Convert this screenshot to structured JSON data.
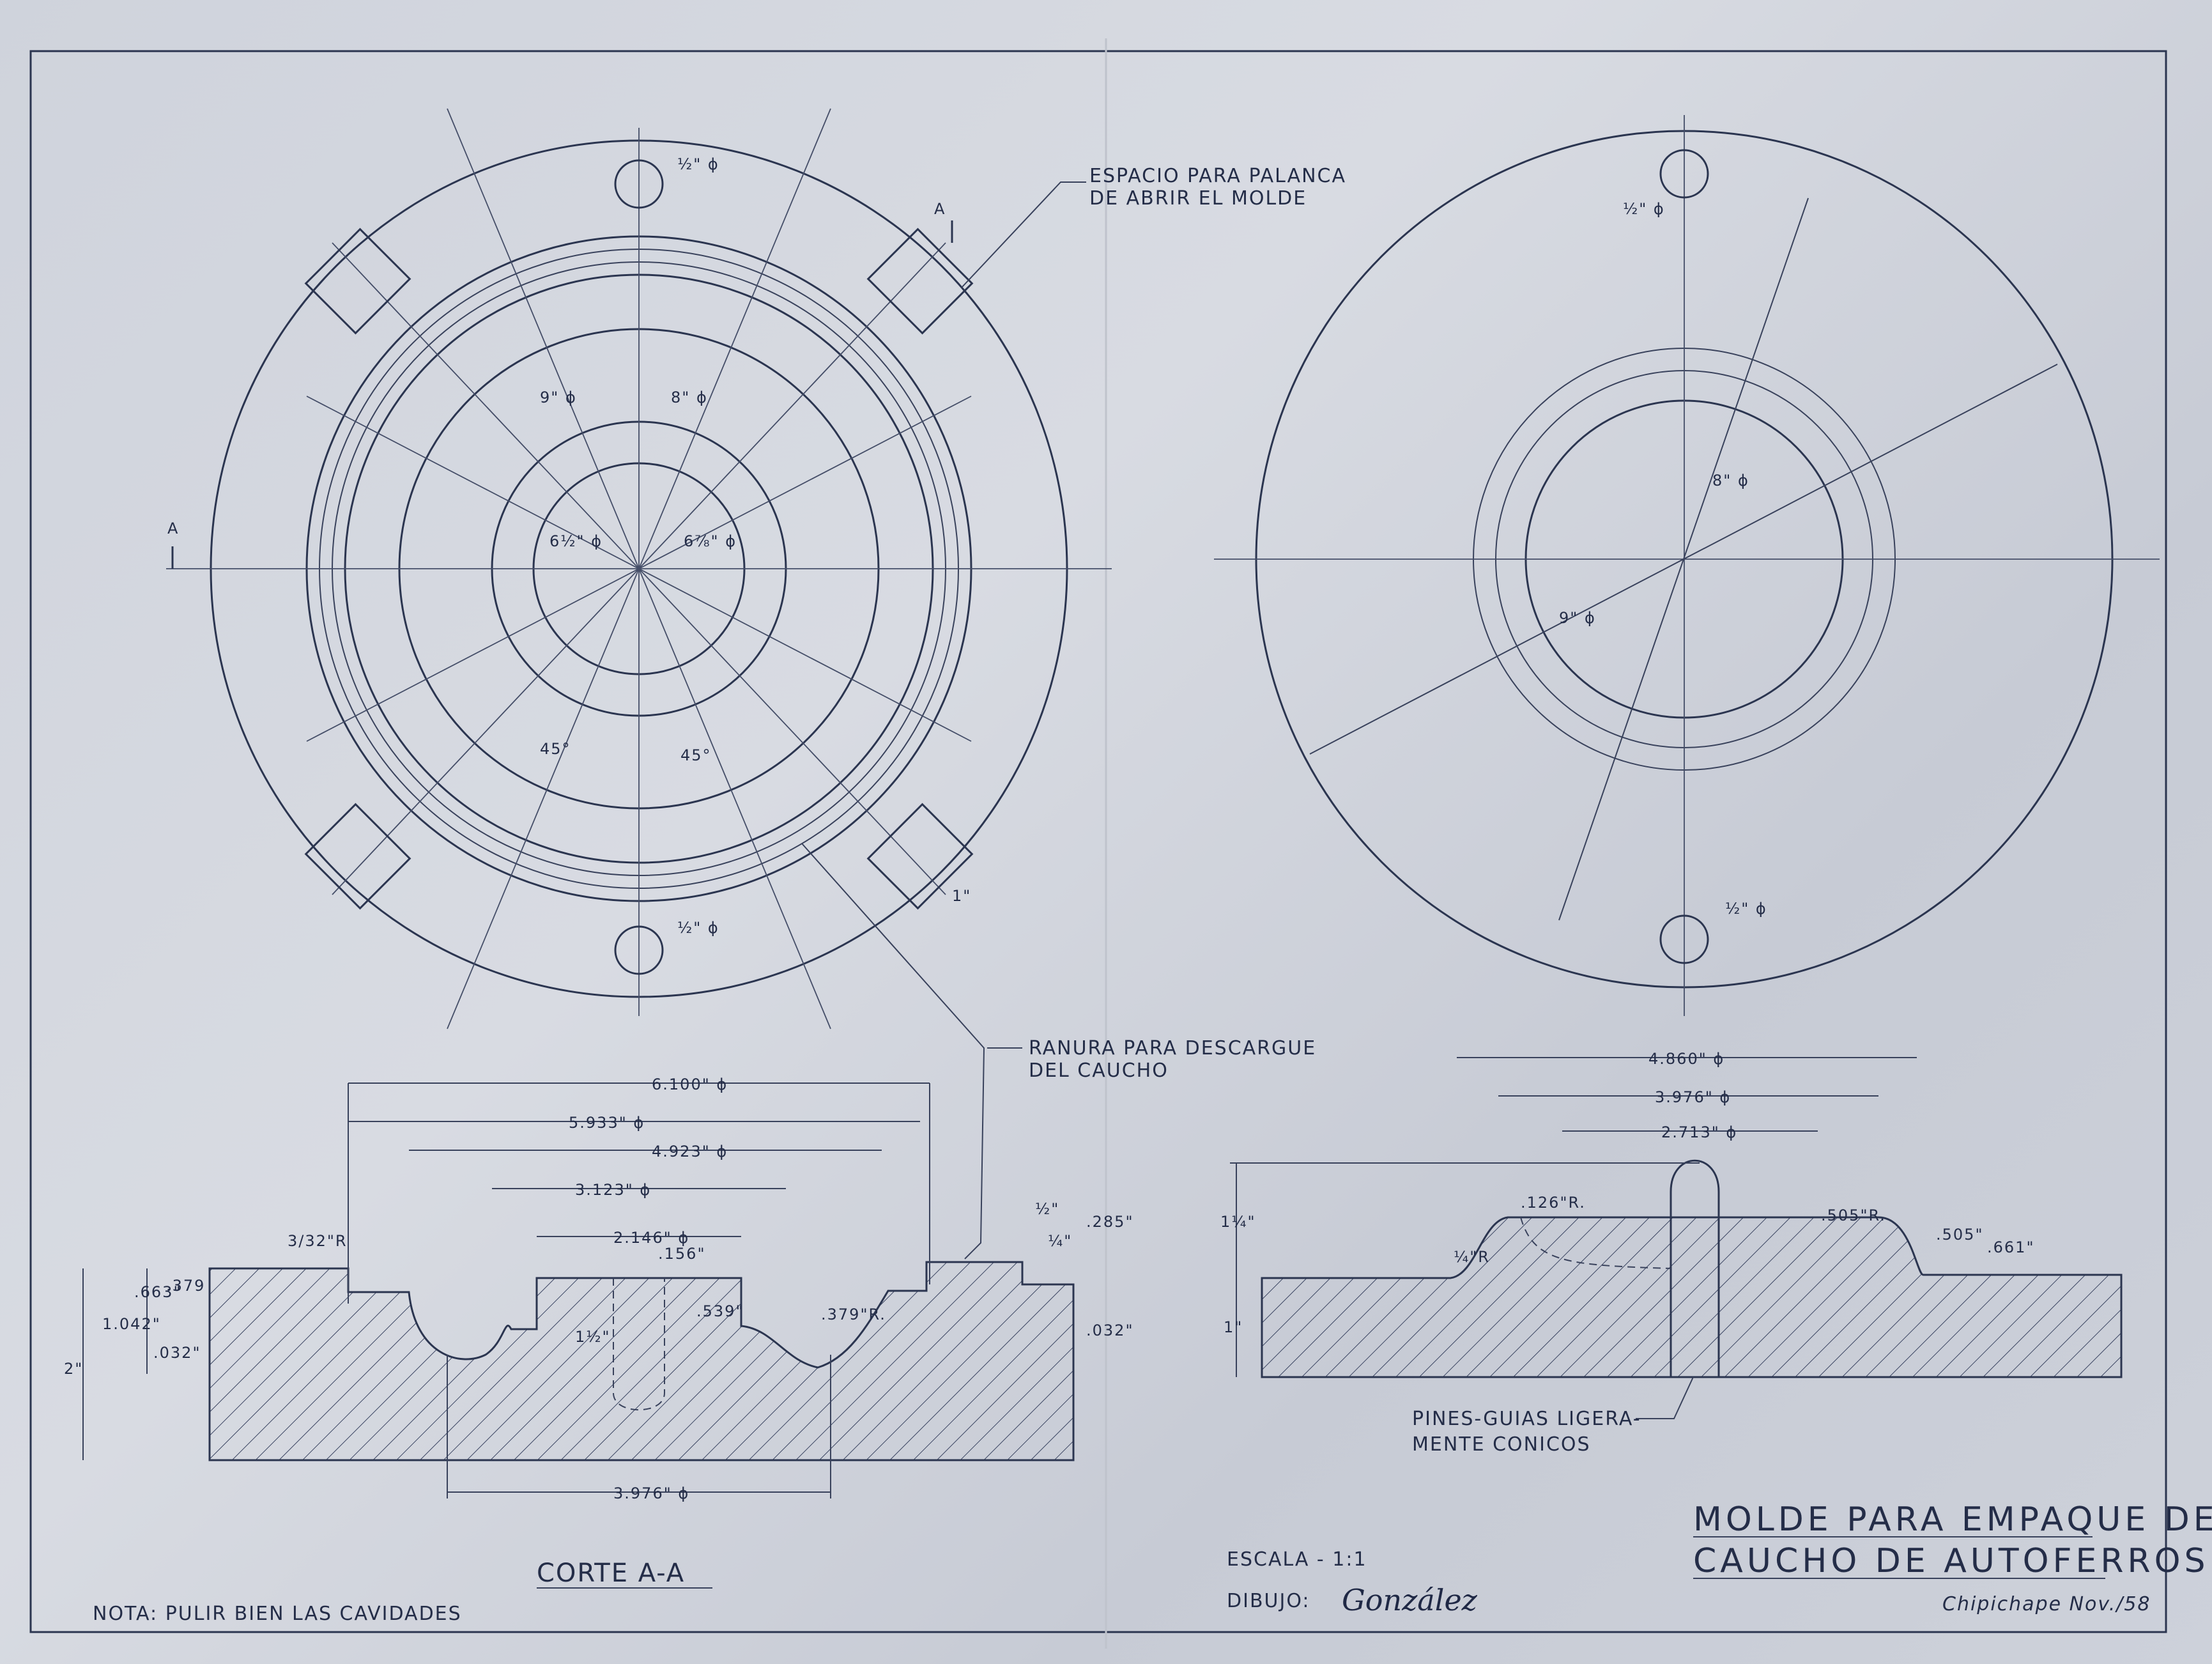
{
  "notes": {
    "lever_space_1": "ESPACIO PARA PALANCA",
    "lever_space_2": "DE ABRIR EL MOLDE",
    "groove_1": "RANURA PARA DESCARGUE",
    "groove_2": "DEL CAUCHO",
    "pins_1": "PINES-GUIAS LIGERA-",
    "pins_2": "MENTE CONICOS",
    "section_mark": "A"
  },
  "left_view": {
    "dim_9": "9\" ϕ",
    "dim_8": "8\" ϕ",
    "dim_6_half": "6½\" ϕ",
    "dim_6_7_8": "6⅞\" ϕ",
    "angle_1": "45°",
    "angle_2": "45°",
    "hole_top": "½\" ϕ",
    "hole_bottom": "½\" ϕ",
    "slot_width": "1\""
  },
  "right_view": {
    "dim_8": "8\" ϕ",
    "dim_9": "9\" ϕ",
    "hole_top": "½\" ϕ",
    "hole_bottom": "½\" ϕ"
  },
  "section_aa": {
    "d_6100": "6.100\" ϕ",
    "d_5933": "5.933\" ϕ",
    "d_4923": "4.923\" ϕ",
    "d_3123": "3.123\" ϕ",
    "d_2146": "2.146\" ϕ",
    "d_3976": "3.976\" ϕ",
    "h_2": "2\"",
    "h_1042": "1.042\"",
    "h_663": ".663\"",
    "h_379": ".379",
    "h_032a": ".032\"",
    "r_379": ".379\"R.",
    "h_156": ".156\"",
    "h_539": ".539\"",
    "h_1_5": "1½\"",
    "w_half": "½\"",
    "w_quarter": "¼\"",
    "h_285": ".285\"",
    "h_032b": ".032\"",
    "r_small": "3/32\"R",
    "caption": "CORTE  A-A"
  },
  "section_right": {
    "d_4860": "4.860\" ϕ",
    "d_3976": "3.976\" ϕ",
    "d_2713": "2.713\" ϕ",
    "r_126": ".126\"R.",
    "r_505": ".505\"R.",
    "h_505": ".505\"",
    "h_661": ".661\"",
    "h_1_25": "1¼\"",
    "h_1": "1\"",
    "r_small": "¼\"R"
  },
  "title_block": {
    "title_1": "MOLDE PARA EMPAQUE DE",
    "title_2": "CAUCHO DE AUTOFERROS A.S.J.",
    "scale": "ESCALA - 1:1",
    "drawn_label": "DIBUJO:",
    "drawn_by": "González",
    "place_date": "Chipichape  Nov./58",
    "note": "NOTA: PULIR BIEN LAS CAVIDADES"
  }
}
